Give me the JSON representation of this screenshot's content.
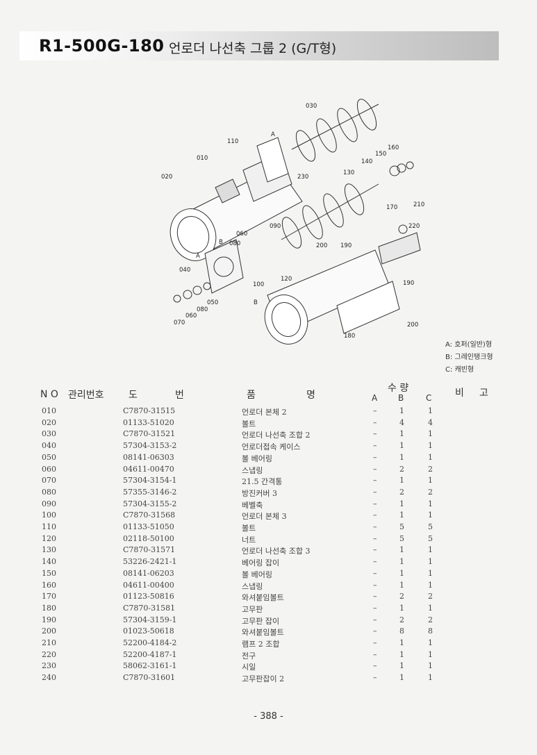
{
  "header": {
    "code": "R1-500G-180",
    "title": "언로더 나선축 그룹 2 (G/T형)"
  },
  "diagram": {
    "callouts": [
      "030",
      "110",
      "A",
      "010",
      "020",
      "230",
      "160",
      "150",
      "140",
      "130",
      "170",
      "210",
      "220",
      "090",
      "060",
      "B",
      "080",
      "A",
      "040",
      "200",
      "190",
      "100",
      "120",
      "B",
      "050",
      "080",
      "060",
      "070",
      "190",
      "200",
      "180"
    ]
  },
  "legend": [
    "A: 호퍼(일반)형",
    "B: 그레인탱크형",
    "C: 캐빈형"
  ],
  "table": {
    "headers": {
      "no": "N O",
      "mgmt": "관리번호",
      "do": "도",
      "beon": "번",
      "pum": "품",
      "myeong": "명",
      "qty": "수  량",
      "a": "A",
      "b": "B",
      "c": "C",
      "bi": "비",
      "go": "고"
    },
    "rows": [
      {
        "no": "010",
        "part": "C7870-31515",
        "name": "언로더 본체 2",
        "a": "–",
        "b": "1",
        "c": "1"
      },
      {
        "no": "020",
        "part": "01133-51020",
        "name": "볼트",
        "a": "–",
        "b": "4",
        "c": "4"
      },
      {
        "no": "030",
        "part": "C7870-31521",
        "name": "언로더 나선축 조합 2",
        "a": "–",
        "b": "1",
        "c": "1"
      },
      {
        "no": "040",
        "part": "57304-3153-2",
        "name": "언로더접속 케이스",
        "a": "–",
        "b": "1",
        "c": "1"
      },
      {
        "no": "050",
        "part": "08141-06303",
        "name": "볼 베어링",
        "a": "–",
        "b": "1",
        "c": "1"
      },
      {
        "no": "060",
        "part": "04611-00470",
        "name": "스냅링",
        "a": "–",
        "b": "2",
        "c": "2"
      },
      {
        "no": "070",
        "part": "57304-3154-1",
        "name": "21.5 간격통",
        "a": "–",
        "b": "1",
        "c": "1"
      },
      {
        "no": "080",
        "part": "57355-3146-2",
        "name": "방진커버 3",
        "a": "–",
        "b": "2",
        "c": "2"
      },
      {
        "no": "090",
        "part": "57304-3155-2",
        "name": "베벨축",
        "a": "–",
        "b": "1",
        "c": "1"
      },
      {
        "no": "100",
        "part": "C7870-31568",
        "name": "언로더 본체 3",
        "a": "–",
        "b": "1",
        "c": "1"
      },
      {
        "no": "110",
        "part": "01133-51050",
        "name": "볼트",
        "a": "–",
        "b": "5",
        "c": "5"
      },
      {
        "no": "120",
        "part": "02118-50100",
        "name": "너트",
        "a": "–",
        "b": "5",
        "c": "5"
      },
      {
        "no": "130",
        "part": "C7870-31571",
        "name": "언로더 나선축 조합 3",
        "a": "–",
        "b": "1",
        "c": "1"
      },
      {
        "no": "140",
        "part": "53226-2421-1",
        "name": "베어링 잡이",
        "a": "–",
        "b": "1",
        "c": "1"
      },
      {
        "no": "150",
        "part": "08141-06203",
        "name": "볼 베어링",
        "a": "–",
        "b": "1",
        "c": "1"
      },
      {
        "no": "160",
        "part": "04611-00400",
        "name": "스냅링",
        "a": "–",
        "b": "1",
        "c": "1"
      },
      {
        "no": "170",
        "part": "01123-50816",
        "name": "와셔붙임볼트",
        "a": "–",
        "b": "2",
        "c": "2"
      },
      {
        "no": "180",
        "part": "C7870-31581",
        "name": "고무판",
        "a": "–",
        "b": "1",
        "c": "1"
      },
      {
        "no": "190",
        "part": "57304-3159-1",
        "name": "고무판 잡이",
        "a": "–",
        "b": "2",
        "c": "2"
      },
      {
        "no": "200",
        "part": "01023-50618",
        "name": "와셔붙임볼트",
        "a": "–",
        "b": "8",
        "c": "8"
      },
      {
        "no": "210",
        "part": "52200-4184-2",
        "name": "램프 2 조합",
        "a": "–",
        "b": "1",
        "c": "1"
      },
      {
        "no": "220",
        "part": "52200-4187-1",
        "name": "전구",
        "a": "–",
        "b": "1",
        "c": "1"
      },
      {
        "no": "230",
        "part": "58062-3161-1",
        "name": "시일",
        "a": "–",
        "b": "1",
        "c": "1"
      },
      {
        "no": "240",
        "part": "C7870-31601",
        "name": "고무판잡이 2",
        "a": "–",
        "b": "1",
        "c": "1"
      }
    ]
  },
  "footer": {
    "page": "- 388 -"
  }
}
